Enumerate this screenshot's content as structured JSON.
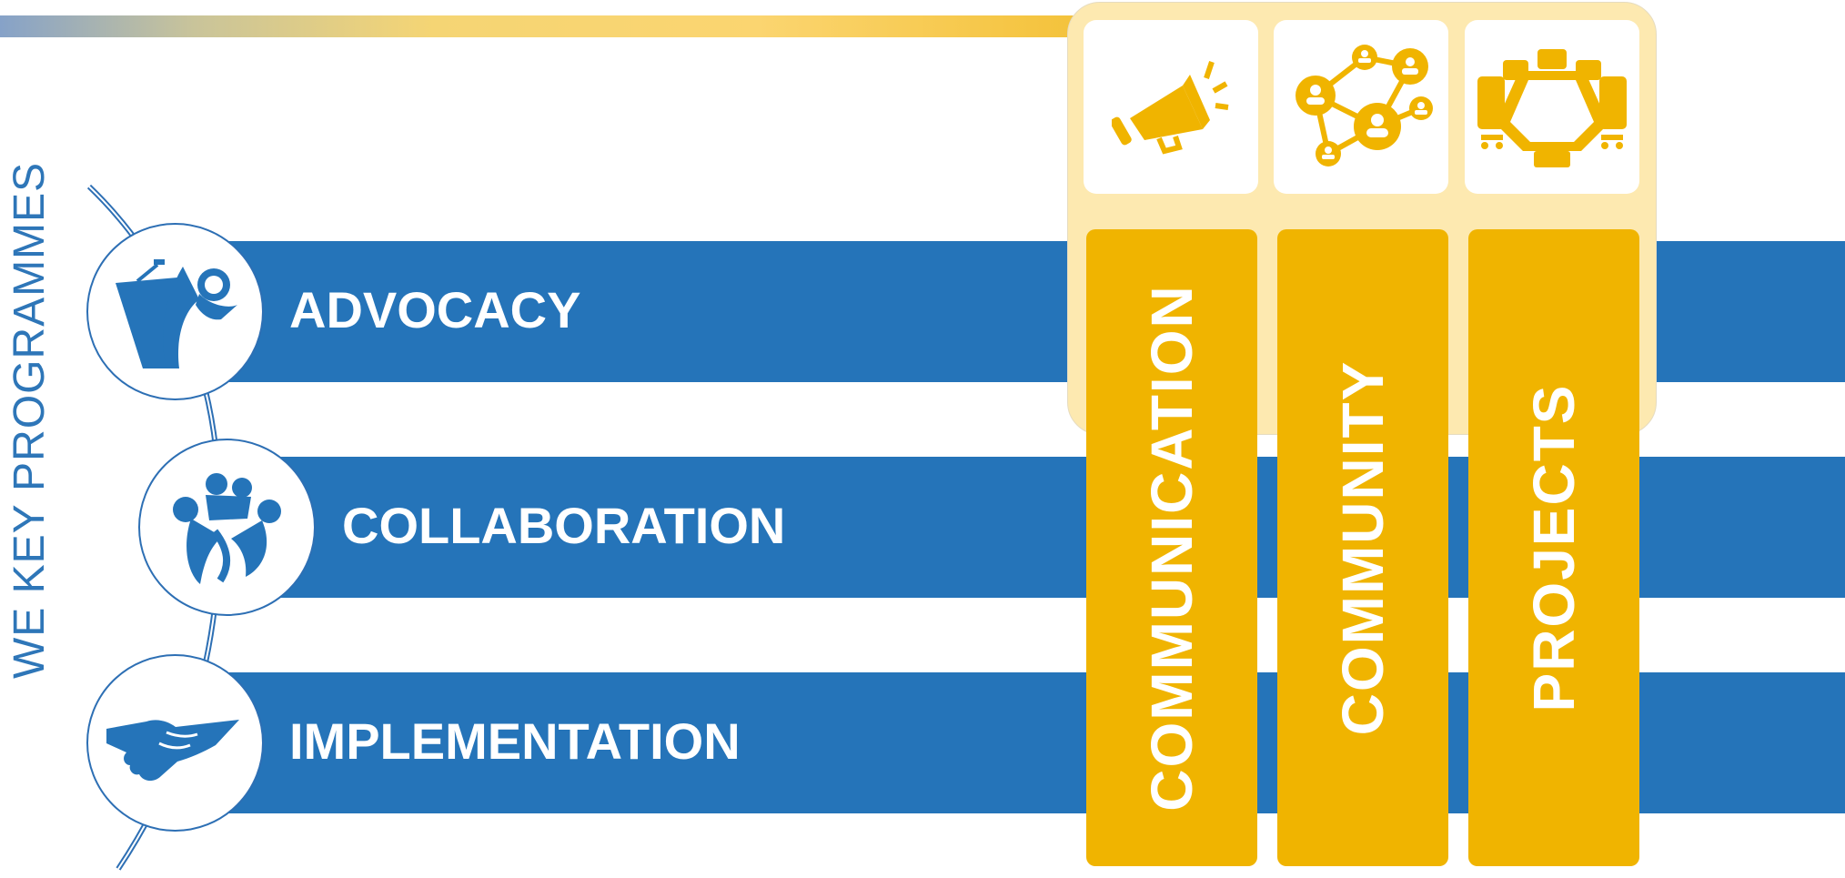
{
  "vertical_title": "WE KEY PROGRAMMES",
  "rows": [
    {
      "label": "ADVOCACY",
      "icon": "advocacy-speaker-icon"
    },
    {
      "label": "COLLABORATION",
      "icon": "collaboration-people-icon"
    },
    {
      "label": "IMPLEMENTATION",
      "icon": "handshake-icon"
    }
  ],
  "columns": [
    {
      "label": "COMMUNICATION",
      "icon": "megaphone-icon"
    },
    {
      "label": "COMMUNITY",
      "icon": "network-people-icon"
    },
    {
      "label": "PROJECTS",
      "icon": "meeting-table-icon"
    }
  ],
  "colors": {
    "blue": "#2574b9",
    "gold": "#f0b400",
    "panel": "#fde9b0"
  }
}
